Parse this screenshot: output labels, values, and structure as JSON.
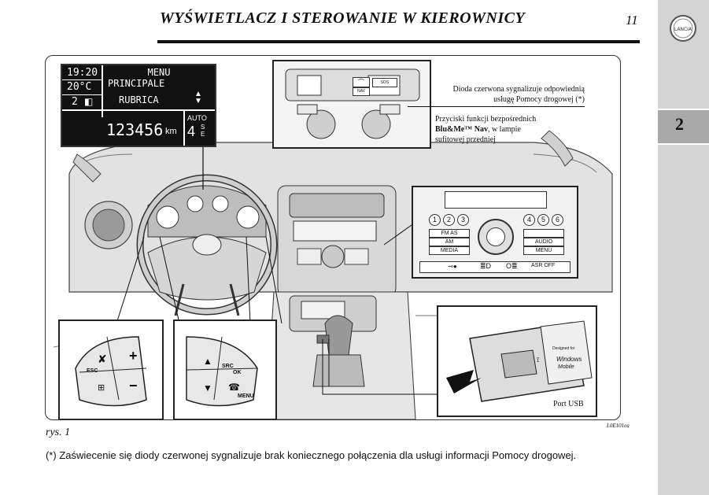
{
  "header": {
    "title": "WYŚWIETLACZ I STEROWANIE W KIEROWNICY",
    "page_number": "11"
  },
  "sidebar": {
    "logo_text": "LANCIA",
    "chapter_tab": "2"
  },
  "figure": {
    "code": "L0E101ea",
    "caption": "rys. 1",
    "display": {
      "time": "19:20",
      "temperature": "20°C",
      "level": "2",
      "menu_line1": "MENU",
      "menu_line2": "PRINCIPALE",
      "menu_item": "RUBRICA",
      "odometer": "123456",
      "odometer_unit": "km",
      "gear_mode": "AUTO",
      "gear": "4",
      "gear_letters": "SE"
    },
    "roof_buttons": {
      "sos": "SOS",
      "nav": "NAV"
    },
    "annotations": {
      "red_led": "Dioda czerwona sygnalizuje odpowiednią usługę Pomocy drogowej (*)",
      "bluetooth_prefix": "Przyciski funkcji bezpośrednich",
      "bluetooth_brand": "Blu&Me™ Nav",
      "bluetooth_suffix": ", w lampie sufitowej przedniej",
      "usb_port": "Port USB"
    },
    "radio": {
      "presets": [
        "1",
        "2",
        "3",
        "4",
        "5",
        "6"
      ],
      "fm": "FM AS",
      "am": "AM",
      "media": "MEDIA",
      "audio": "AUDIO",
      "menu": "MENU",
      "asr": "ASR OFF"
    },
    "steering_left": {
      "esc": "ESC"
    },
    "steering_right": {
      "src": "SRC",
      "ok": "OK",
      "menu": "MENU"
    },
    "usb_stick": {
      "designed_for": "Designed for",
      "windows": "Windows",
      "mobile": "Mobile"
    }
  },
  "footnote": "(*) Zaświecenie się diody czerwonej sygnalizuje brak koniecznego połączenia dla usługi informacji Pomocy drogowej."
}
